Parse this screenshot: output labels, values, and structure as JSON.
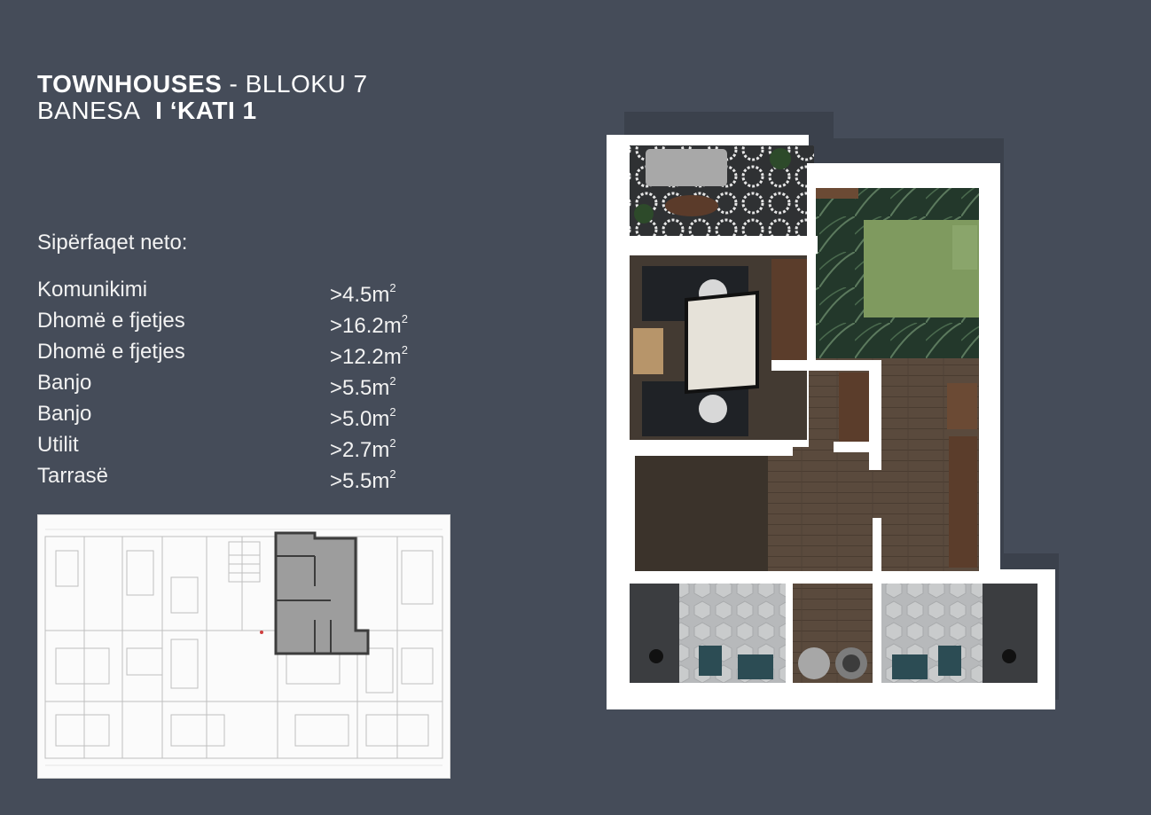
{
  "header": {
    "title_bold": "TOWNHOUSES",
    "title_rest": " - BLLOKU 7",
    "subtitle_light": "BANESA",
    "subtitle_bold": "I ‘KATI 1"
  },
  "areas": {
    "label": "Sipërfaqet neto:",
    "unit": "m",
    "unit_sup": "2",
    "rows": [
      {
        "name": "Komunikimi",
        "value": ">4.5"
      },
      {
        "name": "Dhomë e fjetjes",
        "value": ">16.2"
      },
      {
        "name": "Dhomë e fjetjes",
        "value": ">12.2"
      },
      {
        "name": "Banjo",
        "value": ">5.5"
      },
      {
        "name": "Banjo",
        "value": ">5.0"
      },
      {
        "name": "Utilit",
        "value": ">2.7"
      },
      {
        "name": "Tarrasë",
        "value": ">5.5"
      }
    ]
  },
  "colors": {
    "background": "#454c59",
    "highlight": "#9d9d9d",
    "wall": "#ffffff",
    "floor_wood": "#5a4a3d"
  }
}
